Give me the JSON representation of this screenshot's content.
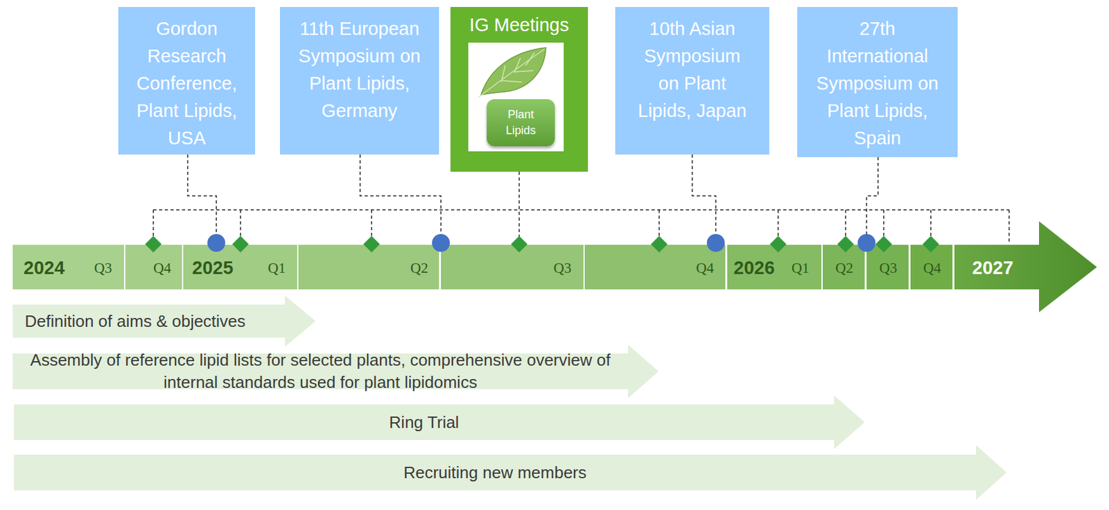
{
  "diagram": {
    "nodes": [
      {
        "text": [
          "Gordon Research Conference, Plant Lipids, USA"
        ]
      },
      {
        "text": [
          "11th European Symposium on Plant Lipids, Germany"
        ]
      },
      {
        "text": [
          "IG Meetings"
        ]
      },
      {
        "text": [
          "Plant Lipids"
        ],
        "in": 2
      },
      {
        "text": [
          "10th Asian Symposium on Plant Lipids, Japan"
        ]
      },
      {
        "text": [
          "27th International Symposium on Plant Lipids, Spain"
        ]
      },
      {
        "text": [
          "Definition of aims & objectives"
        ]
      },
      {
        "text": [
          "Assembly of reference lipid lists for selected plants, comprehensive overview of internal standards used for plant lipidomics"
        ]
      },
      {
        "text": [
          "Ring Trial"
        ]
      },
      {
        "text": [
          "Recruiting new members"
        ]
      }
    ],
    "labels": [
      "2024",
      "Q3",
      "Q4",
      "2025",
      "Q1",
      "Q2",
      "Q3",
      "Q4",
      "2026",
      "Q1",
      "Q2",
      "Q3",
      "Q4",
      "2027"
    ]
  }
}
